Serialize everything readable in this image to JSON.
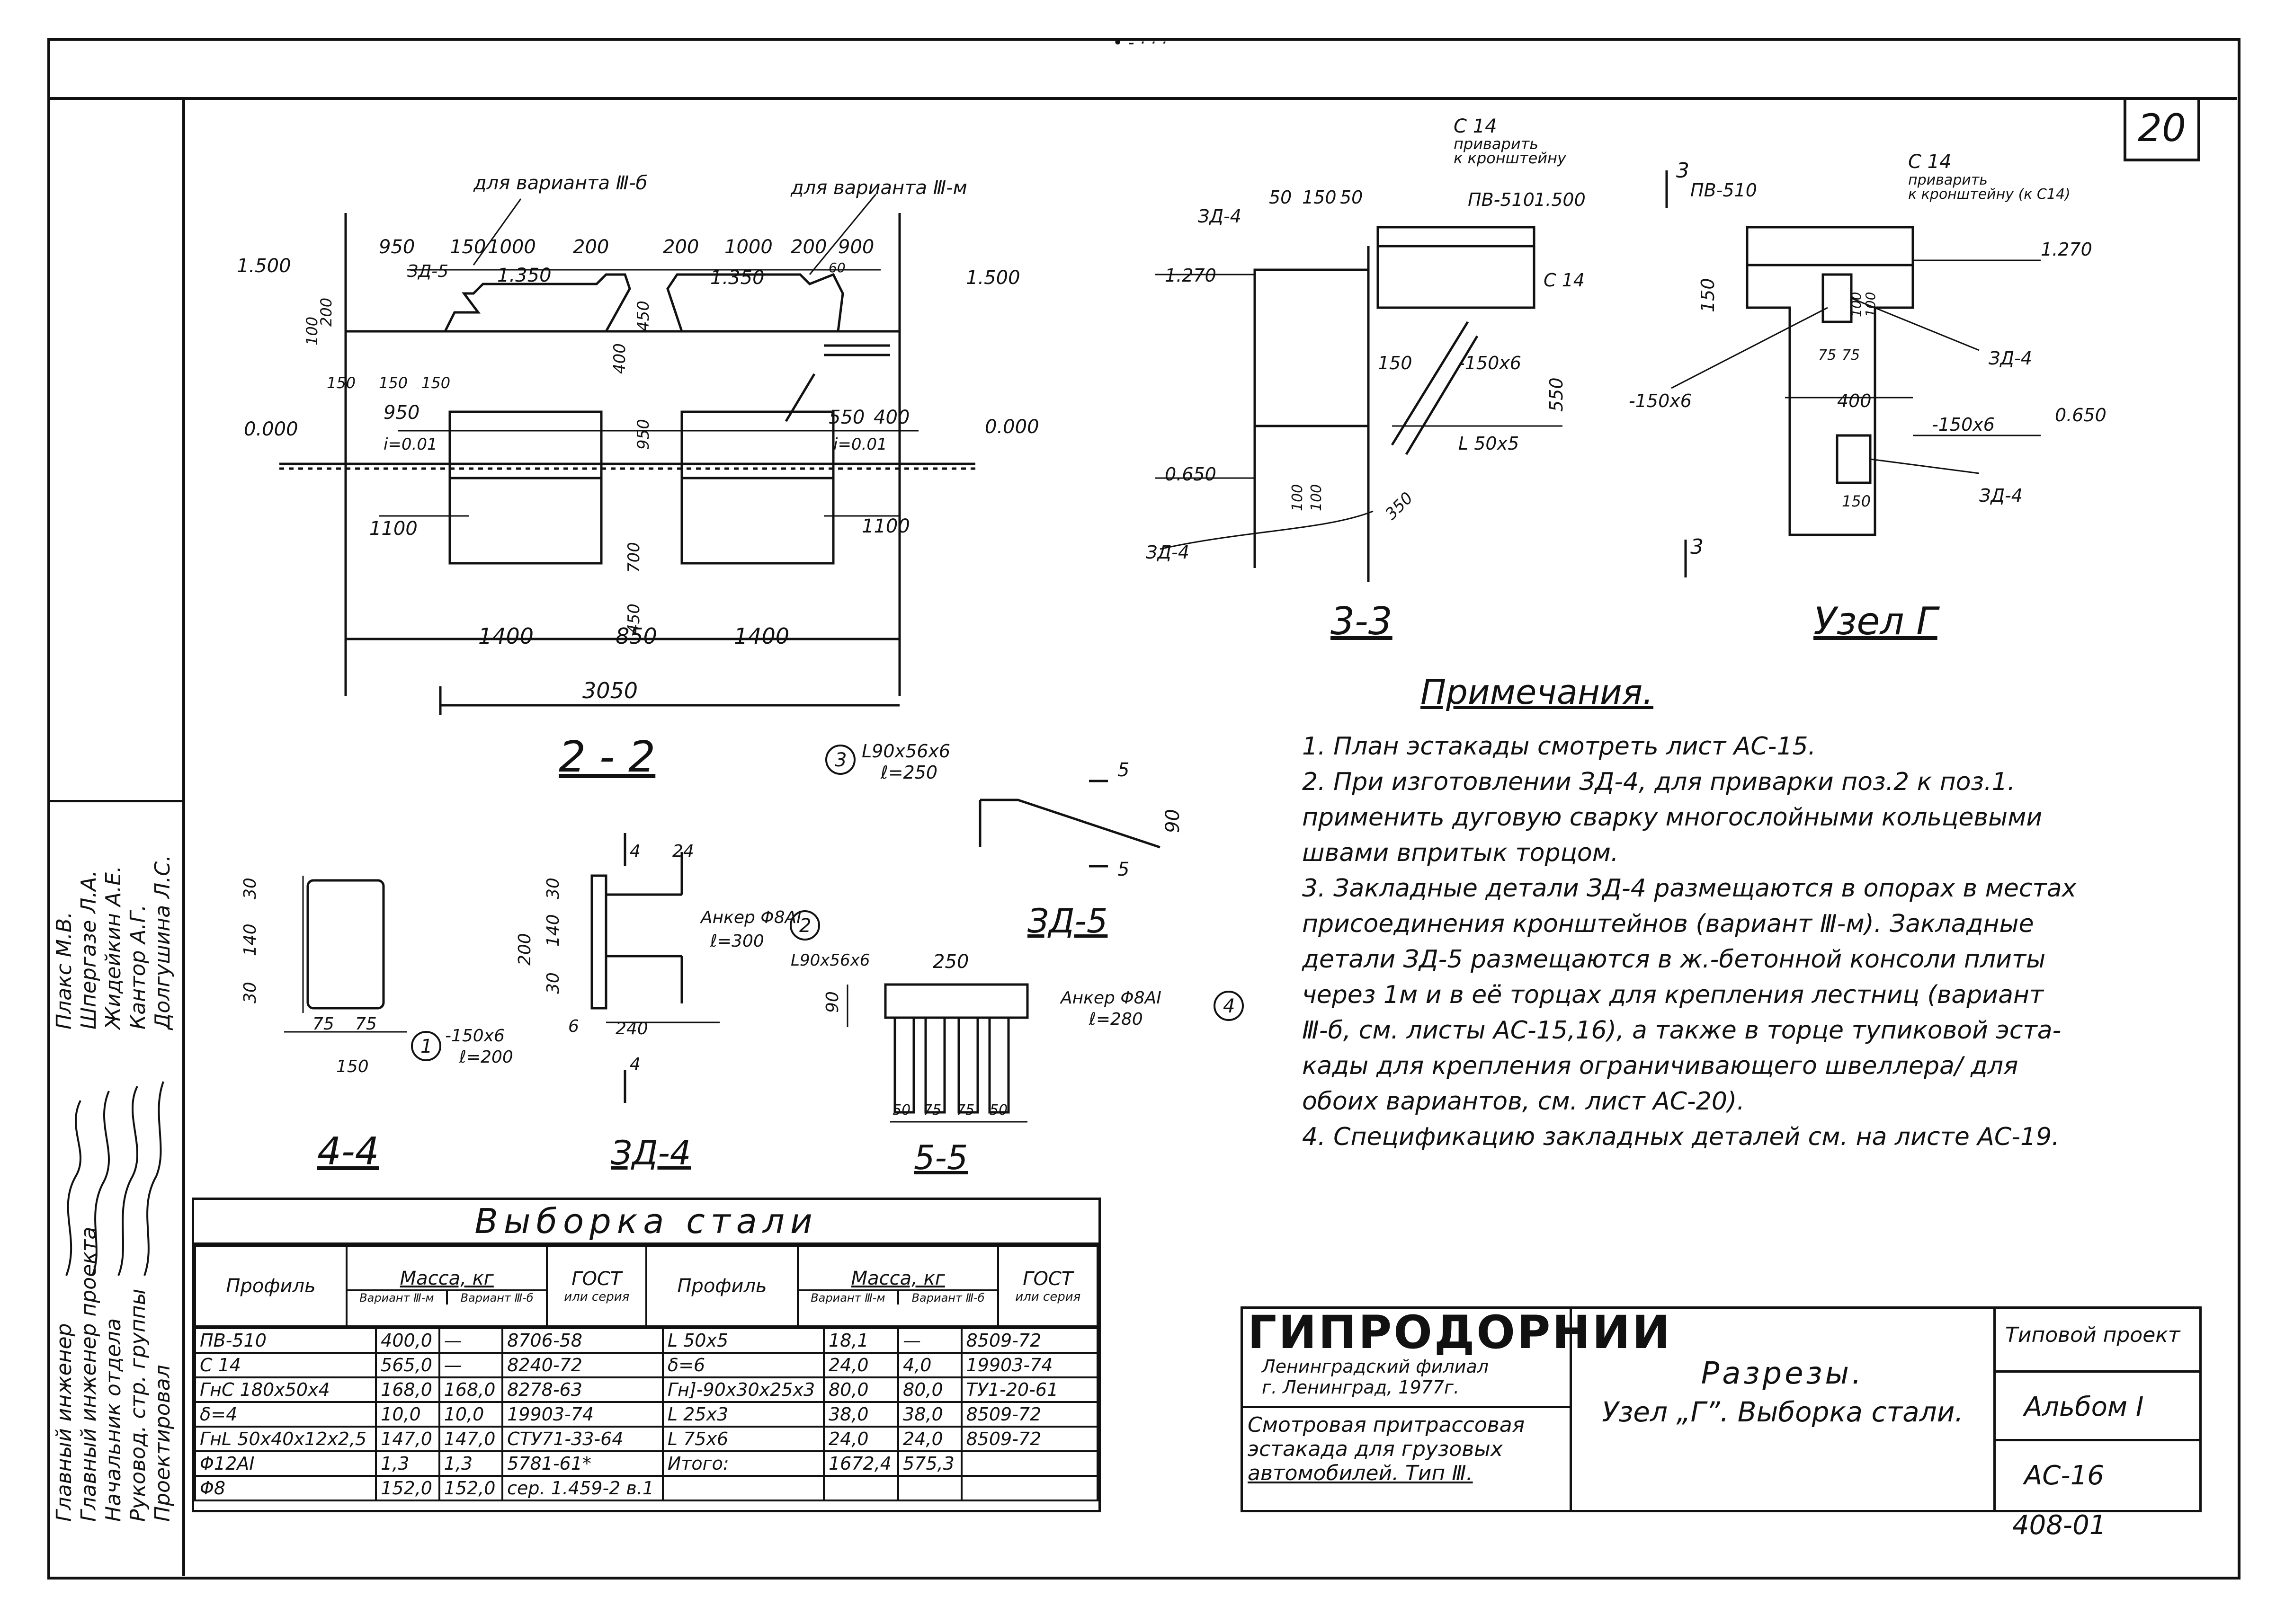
{
  "sheet_number": "20",
  "header_marks": "• - · · ·",
  "views": {
    "sec22": {
      "label": "2 - 2",
      "variant_b": "для варианта Ⅲ-б",
      "variant_m": "для варианта Ⅲ-м",
      "levels": [
        "1.500",
        "1.350",
        "1.350",
        "1.500",
        "0.000",
        "0.000"
      ],
      "dims": [
        "950",
        "150",
        "1000",
        "200",
        "200",
        "1000",
        "200",
        "900",
        "60",
        "150",
        "150",
        "150",
        "950",
        "550",
        "400",
        "i=0.01",
        "i=0.01",
        "400",
        "450",
        "950",
        "700",
        "450",
        "100",
        "200",
        "1100",
        "1100",
        "1400",
        "850",
        "1400",
        "3050"
      ],
      "marks": [
        "ЗД-5"
      ]
    },
    "sec33": {
      "label": "3-3",
      "texts": [
        "С 14",
        "приварить",
        "к кронштейну",
        "ЗД-4",
        "ПВ-510",
        "1.500",
        "1.270",
        "С 14",
        "150",
        "-150х6",
        "550",
        "0.650",
        "L 50х5",
        "ЗД-4",
        "50",
        "150",
        "50",
        "100",
        "100",
        "350"
      ]
    },
    "node_g": {
      "label": "Узел Г",
      "texts": [
        "3",
        "3",
        "ПВ-510",
        "С 14",
        "приварить",
        "к кронштейну (к С14)",
        "1.270",
        "150",
        "100",
        "100",
        "75",
        "75",
        "ЗД-4",
        "-150х6",
        "400",
        "0.650",
        "-150х6",
        "ЗД-4",
        "150"
      ]
    },
    "sec44": {
      "label": "4-4",
      "dims": [
        "30",
        "140",
        "30",
        "75",
        "75",
        "150"
      ]
    },
    "zd4": {
      "label": "ЗД-4",
      "dims": [
        "200",
        "30",
        "140",
        "30",
        "6",
        "240",
        "24"
      ],
      "cut": [
        "4",
        "4"
      ],
      "pos1_num": "1",
      "pos1_text": "-150х6",
      "pos1_len": "ℓ=200",
      "pos2_num": "2",
      "pos2_text": "Анкер Φ8АI",
      "pos2_len": "ℓ=300"
    },
    "zd5": {
      "label": "ЗД-5",
      "pos3_num": "3",
      "pos3_text": "L90х56х6",
      "pos3_len": "ℓ=250",
      "cut": [
        "5",
        "5"
      ],
      "dim": "90"
    },
    "sec55": {
      "label": "5-5",
      "angle": "L90х56х6",
      "dims": [
        "250",
        "90",
        "50",
        "75",
        "75",
        "50"
      ],
      "pos4_num": "4",
      "pos4_text": "Анкер Φ8АI",
      "pos4_len": "ℓ=280"
    }
  },
  "notes": {
    "title": "Примечания.",
    "lines": [
      "1. План эстакады смотреть лист АС-15.",
      "2. При изготовлении ЗД-4, для приварки поз.2 к поз.1.",
      "применить дуговую сварку многослойными кольцевыми",
      "швами впритык торцом.",
      "3. Закладные детали ЗД-4 размещаются в опорах в местах",
      "присоединения кронштейнов (вариант Ⅲ-м). Закладные",
      "детали ЗД-5 размещаются в ж.-бетонной консоли плиты",
      "через 1м и в её торцах для крепления лестниц (вариант",
      "Ⅲ-б, см. листы АС-15,16), а также в торце тупиковой эста-",
      "кады для крепления ограничивающего швеллера/ для",
      "обоих вариантов, см. лист АС-20).",
      "4. Спецификацию закладных деталей см. на листе АС-19."
    ]
  },
  "steel_table": {
    "title": "Выборка стали",
    "h_profile": "Профиль",
    "h_mass": "Масса, кг",
    "h_var_m": "Вариант Ⅲ-м",
    "h_var_b": "Вариант Ⅲ-б",
    "h_gost": "ГОСТ",
    "h_gost2": "или серия",
    "left_rows": [
      [
        "ПВ-510",
        "400,0",
        "—",
        "8706-58"
      ],
      [
        "С 14",
        "565,0",
        "—",
        "8240-72"
      ],
      [
        "ГнС 180х50х4",
        "168,0",
        "168,0",
        "8278-63"
      ],
      [
        "δ=4",
        "10,0",
        "10,0",
        "19903-74"
      ],
      [
        "ГнL 50х40х12х2,5",
        "147,0",
        "147,0",
        "СТУ71-33-64"
      ],
      [
        "Φ12АI",
        "1,3",
        "1,3",
        "5781-61*"
      ],
      [
        "Φ8",
        "152,0",
        "152,0",
        "сер. 1.459-2 в.1"
      ]
    ],
    "right_rows": [
      [
        "L 50х5",
        "18,1",
        "—",
        "8509-72"
      ],
      [
        "δ=6",
        "24,0",
        "4,0",
        "19903-74"
      ],
      [
        "Гн]-90х30х25х3",
        "80,0",
        "80,0",
        "ТУ1-20-61"
      ],
      [
        "L 25х3",
        "38,0",
        "38,0",
        "8509-72"
      ],
      [
        "L 75х6",
        "24,0",
        "24,0",
        "8509-72"
      ],
      [
        "Итого:",
        "1672,4",
        "575,3",
        ""
      ]
    ]
  },
  "signatures": {
    "roles": [
      "Главный инженер",
      "Главный инженер проекта",
      "Начальник отдела",
      "Руковод. стр. группы",
      "Проектировал"
    ],
    "names": [
      "Плакс М.В.",
      "Шпергазе Л.А.",
      "Жидейкин А.Е.",
      "Кантор А.Г.",
      "Долгушина Л.С."
    ]
  },
  "title_block": {
    "org": "ГИПРОДОРНИИ",
    "org_sub1": "Ленинградский филиал",
    "org_sub2": "г. Ленинград, 1977г.",
    "object1": "Смотровая притрассовая",
    "object2": "эстакада для грузовых",
    "object3": "автомобилей. Тип Ⅲ.",
    "title1": "Разрезы.",
    "title2": "Узел „Г”. Выборка стали.",
    "project_type": "Типовой проект",
    "album": "Альбом I",
    "sheet_code": "АС-16",
    "series": "408-01"
  }
}
